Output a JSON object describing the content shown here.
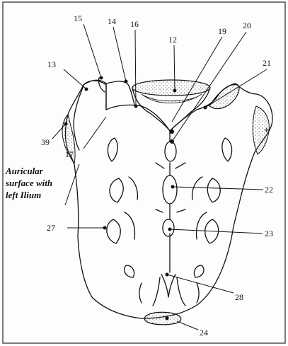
{
  "diagram": {
    "caption_lines": [
      "Auricular",
      "surface with",
      "left Ilium"
    ],
    "labels": [
      "15",
      "14",
      "16",
      "12",
      "19",
      "20",
      "21",
      "13",
      "39",
      "17",
      "22",
      "27",
      "23",
      "28",
      "24"
    ]
  }
}
